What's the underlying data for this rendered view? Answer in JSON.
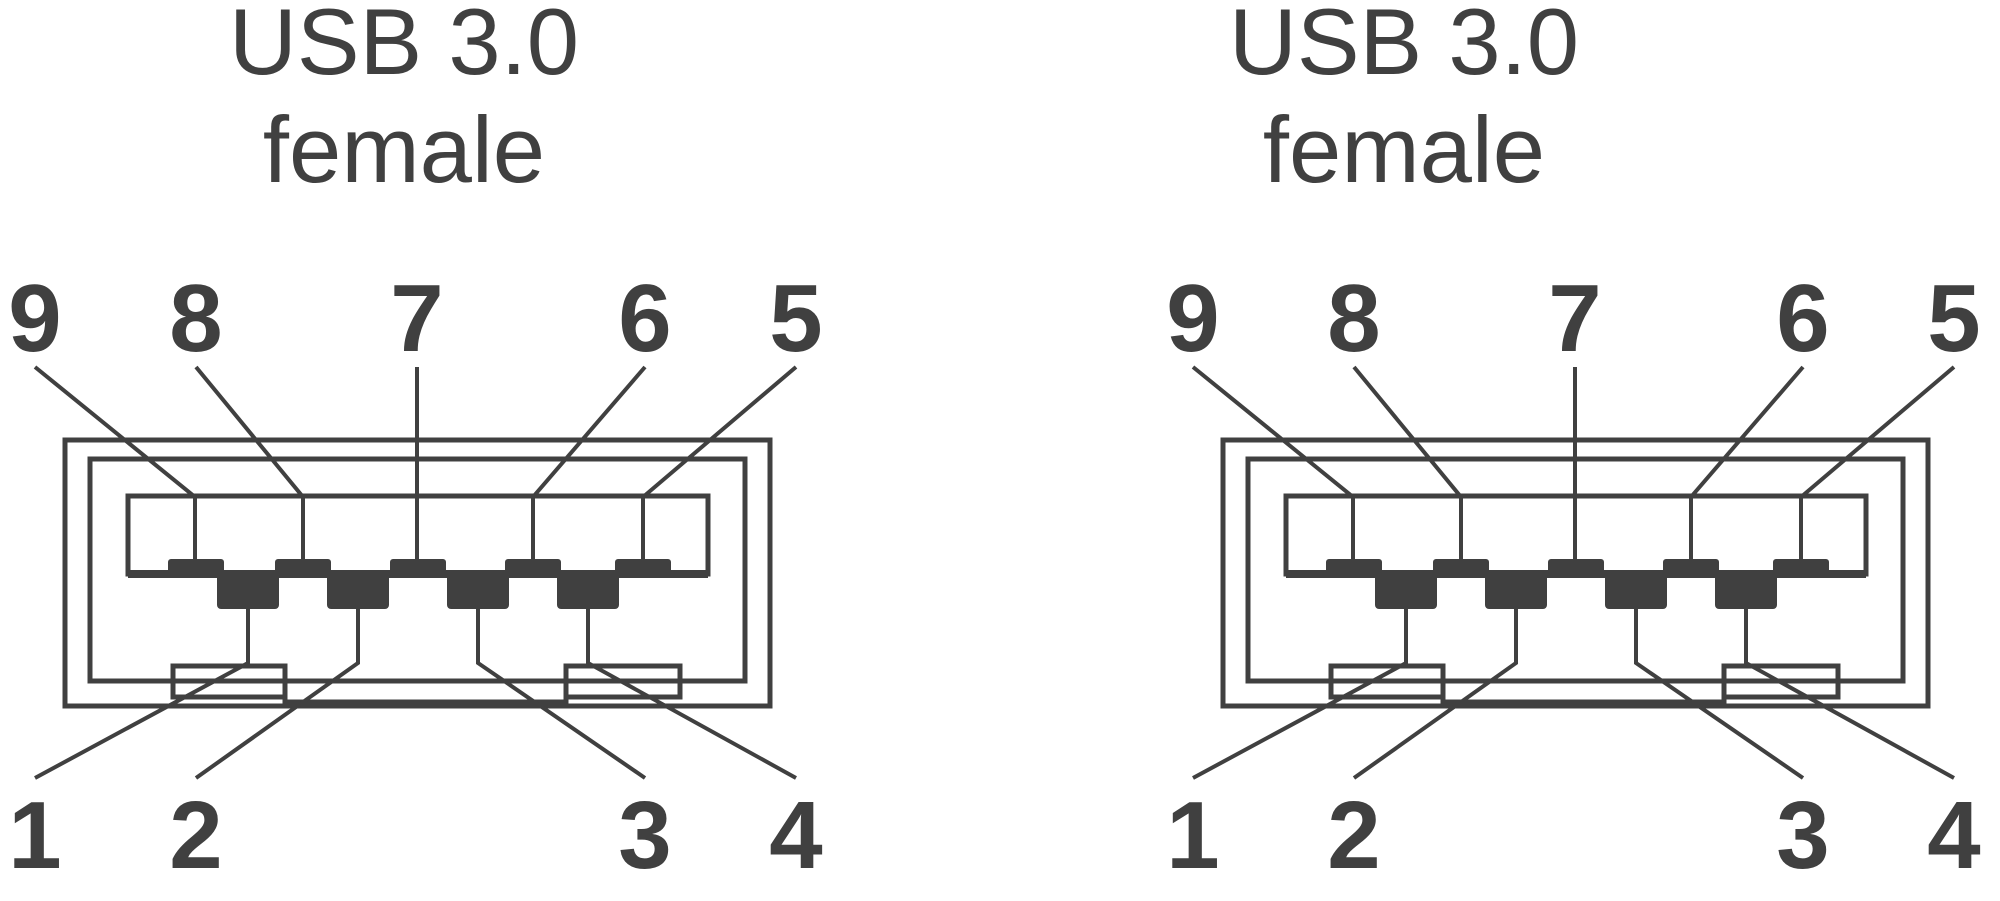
{
  "colors": {
    "ink": "#404040",
    "background": "#ffffff"
  },
  "connectors": [
    {
      "title_line1": "USB 3.0",
      "title_line2": "female",
      "pins_top": [
        "9",
        "8",
        "7",
        "6",
        "5"
      ],
      "pins_bottom": [
        "1",
        "2",
        "3",
        "4"
      ]
    },
    {
      "title_line1": "USB 3.0",
      "title_line2": "female",
      "pins_top": [
        "9",
        "8",
        "7",
        "6",
        "5"
      ],
      "pins_bottom": [
        "1",
        "2",
        "3",
        "4"
      ]
    }
  ]
}
